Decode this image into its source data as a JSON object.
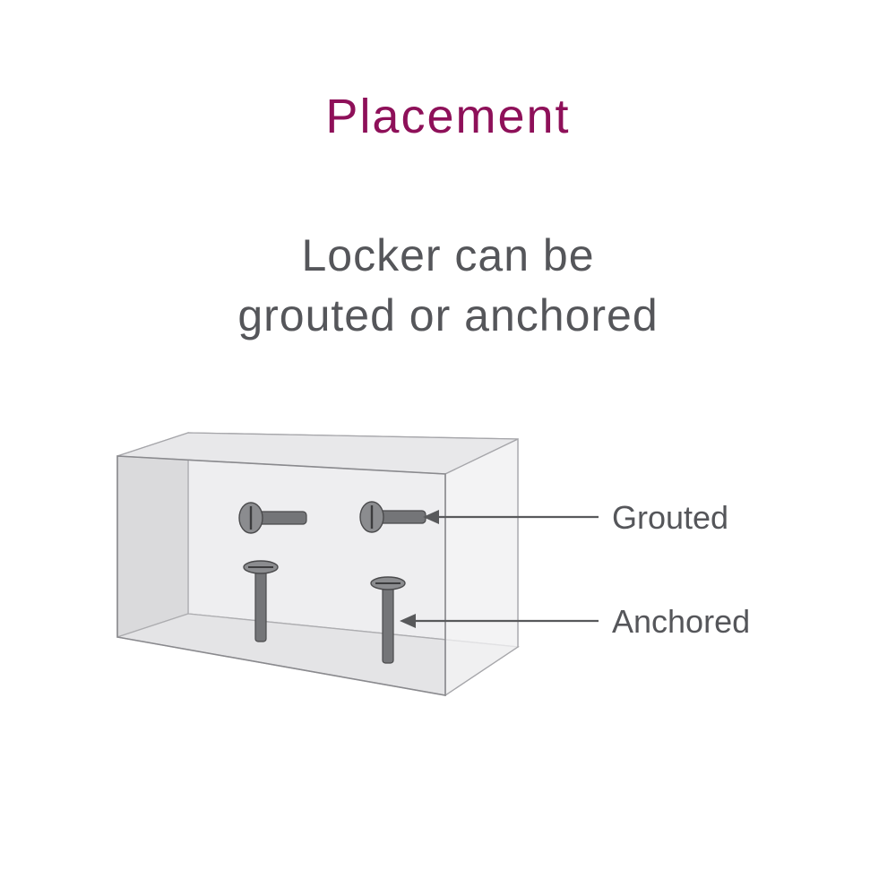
{
  "page": {
    "title": "Placement",
    "subtitle_lines": [
      "Locker can be",
      "grouted or anchored"
    ]
  },
  "diagram": {
    "callouts": [
      {
        "label": "Grouted",
        "target": "wall-bolts"
      },
      {
        "label": "Anchored",
        "target": "floor-bolts"
      }
    ],
    "wall_bolt_count": 2,
    "floor_bolt_count": 2
  },
  "colors": {
    "title": "#8E1059",
    "body_text": "#55565A",
    "callout_line": "#58595B",
    "locker_fill": "#E8E8EA",
    "locker_left_wall_fill": "#D7D7D9",
    "bolt_fill": "#747578"
  },
  "icons": {
    "grouted-bolt-icon": "horizontal bolt (svg rect shaft + ellipse head with slot)",
    "anchored-bolt-icon": "vertical bolt (svg rect shaft + flat ellipse head with slot)",
    "arrowhead-icon": "left-pointing filled triangle"
  }
}
